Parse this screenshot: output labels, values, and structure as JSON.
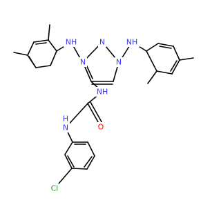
{
  "structure": {
    "colors": {
      "bond": "#000000",
      "nitrogen": "#3636ff",
      "oxygen": "#ff0d0d",
      "chlorine": "#1fa01f",
      "background": "#ffffff"
    },
    "atom_labels": [
      {
        "id": "nh_left",
        "text": "NH",
        "element": "N"
      },
      {
        "id": "nh_right",
        "text": "NH",
        "element": "N"
      },
      {
        "id": "n_ring_top",
        "text": "N",
        "element": "N"
      },
      {
        "id": "n_ring_left",
        "text": "N",
        "element": "N"
      },
      {
        "id": "n_ring_right",
        "text": "N",
        "element": "N"
      },
      {
        "id": "nh_glycine",
        "text": "NH",
        "element": "N"
      },
      {
        "id": "h_amide",
        "text": "H",
        "element": "N"
      },
      {
        "id": "n_amide",
        "text": "N",
        "element": "N"
      },
      {
        "id": "o_carbonyl",
        "text": "O",
        "element": "O"
      },
      {
        "id": "cl",
        "text": "Cl",
        "element": "Cl"
      }
    ]
  }
}
